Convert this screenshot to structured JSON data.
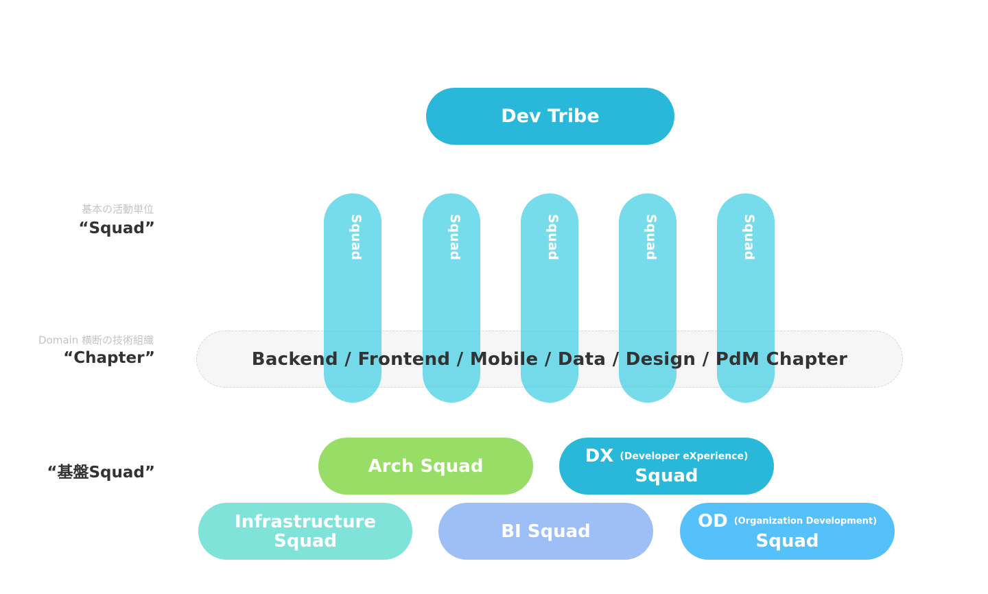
{
  "colors": {
    "tribe": "#29b8d9",
    "vertical_squad": "#50d1e4",
    "arch": "#97dd66",
    "dx": "#29b8d9",
    "infra": "#7fe3d9",
    "bi": "#9dbff5",
    "od": "#55c1fb",
    "chapter_band": "#f6f6f6",
    "label_dark": "#333333",
    "label_light": "#c4c4c4"
  },
  "tribe": {
    "label": "Dev Tribe"
  },
  "side_labels": {
    "squad": {
      "sub": "基本の活動単位",
      "main": "“Squad”"
    },
    "chapter": {
      "sub": "Domain 横断の技術組織",
      "main": "“Chapter”"
    },
    "kiban": {
      "main": "“基盤Squad”"
    }
  },
  "squads": [
    {
      "label": "Squad"
    },
    {
      "label": "Squad"
    },
    {
      "label": "Squad"
    },
    {
      "label": "Squad"
    },
    {
      "label": "Squad"
    }
  ],
  "chapter": {
    "label": "Backend / Frontend / Mobile / Data / Design / PdM Chapter"
  },
  "platform_squads": {
    "arch": {
      "label": "Arch Squad"
    },
    "dx": {
      "abbr": "DX",
      "full": "(Developer eXperience)",
      "squad": "Squad"
    },
    "infra": {
      "line1": "Infrastructure",
      "line2": "Squad"
    },
    "bi": {
      "label": "BI Squad"
    },
    "od": {
      "abbr": "OD",
      "full": "(Organization Development)",
      "squad": "Squad"
    }
  }
}
